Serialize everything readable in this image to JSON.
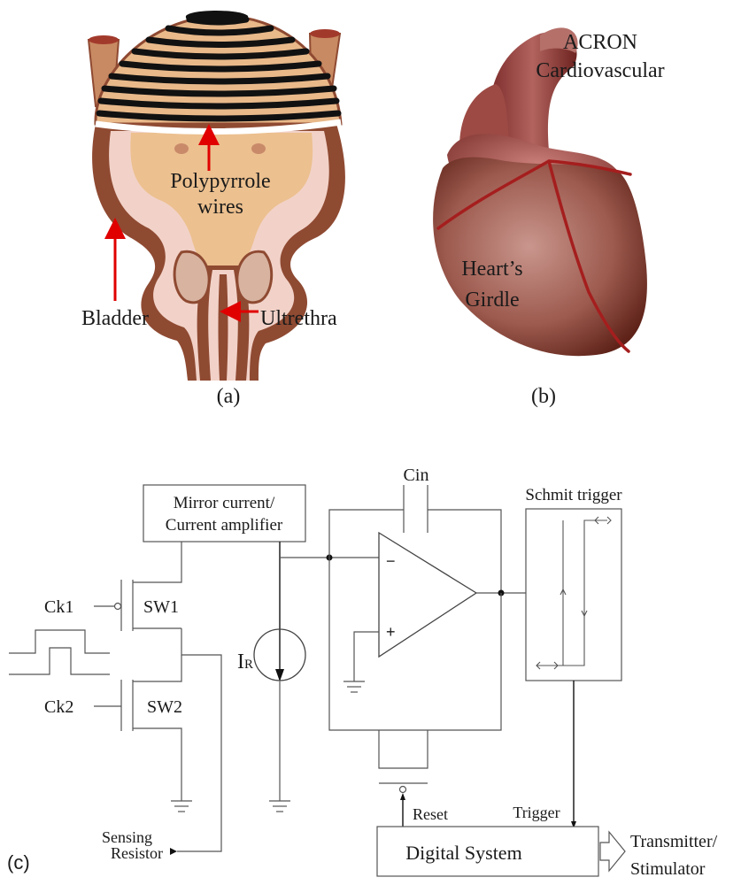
{
  "panel_a": {
    "caption": "(a)",
    "label_wires_line1": "Polypyrrole",
    "label_wires_line2": "wires",
    "label_bladder": "Bladder",
    "label_urethra": "Ultrethra"
  },
  "panel_b": {
    "caption": "(b)",
    "label_brand_line1": "ACRON",
    "label_brand_line2": "Cardiovascular",
    "label_girdle_line1": "Heart’s",
    "label_girdle_line2": "Girdle"
  },
  "panel_c": {
    "caption": "(c)",
    "mirror_line1": "Mirror current/",
    "mirror_line2": "Current amplifier",
    "cin": "Cin",
    "schmitt": "Schmit trigger",
    "ck1": "Ck1",
    "ck2": "Ck2",
    "sw1": "SW1",
    "sw2": "SW2",
    "ir_main": "I",
    "ir_sub": "R",
    "opamp_minus": "−",
    "opamp_plus": "+",
    "reset": "Reset",
    "trigger": "Trigger",
    "digital": "Digital System",
    "sensing_line1": "Sensing",
    "sensing_line2": "Resistor",
    "transmitter_line1": "Transmitter/",
    "transmitter_line2": "Stimulator"
  },
  "colors": {
    "bladder_skin": "#e9b98a",
    "bladder_wall": "#8f4a32",
    "bladder_inner": "#f4d6cc",
    "wire_black": "#111111",
    "arrow_red": "#e00000",
    "heart_dark": "#6b2a22",
    "heart_light": "#c99088",
    "girdle_line": "#a51e1e"
  }
}
